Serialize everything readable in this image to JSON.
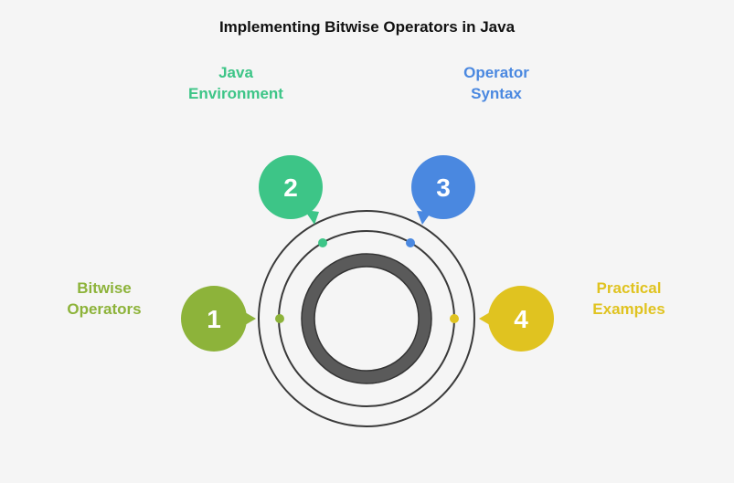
{
  "title": "Implementing Bitwise Operators in Java",
  "steps": [
    {
      "number": "1",
      "label_line1": "Bitwise",
      "label_line2": "Operators",
      "color": "#8db33a"
    },
    {
      "number": "2",
      "label_line1": "Java",
      "label_line2": "Environment",
      "color": "#3dc587"
    },
    {
      "number": "3",
      "label_line1": "Operator",
      "label_line2": "Syntax",
      "color": "#4a88e0"
    },
    {
      "number": "4",
      "label_line1": "Practical",
      "label_line2": "Examples",
      "color": "#e0c320"
    }
  ],
  "colors": {
    "background": "#f5f5f5",
    "ring_stroke": "#3a3a3a",
    "center_ring": "#5a5a5a"
  }
}
